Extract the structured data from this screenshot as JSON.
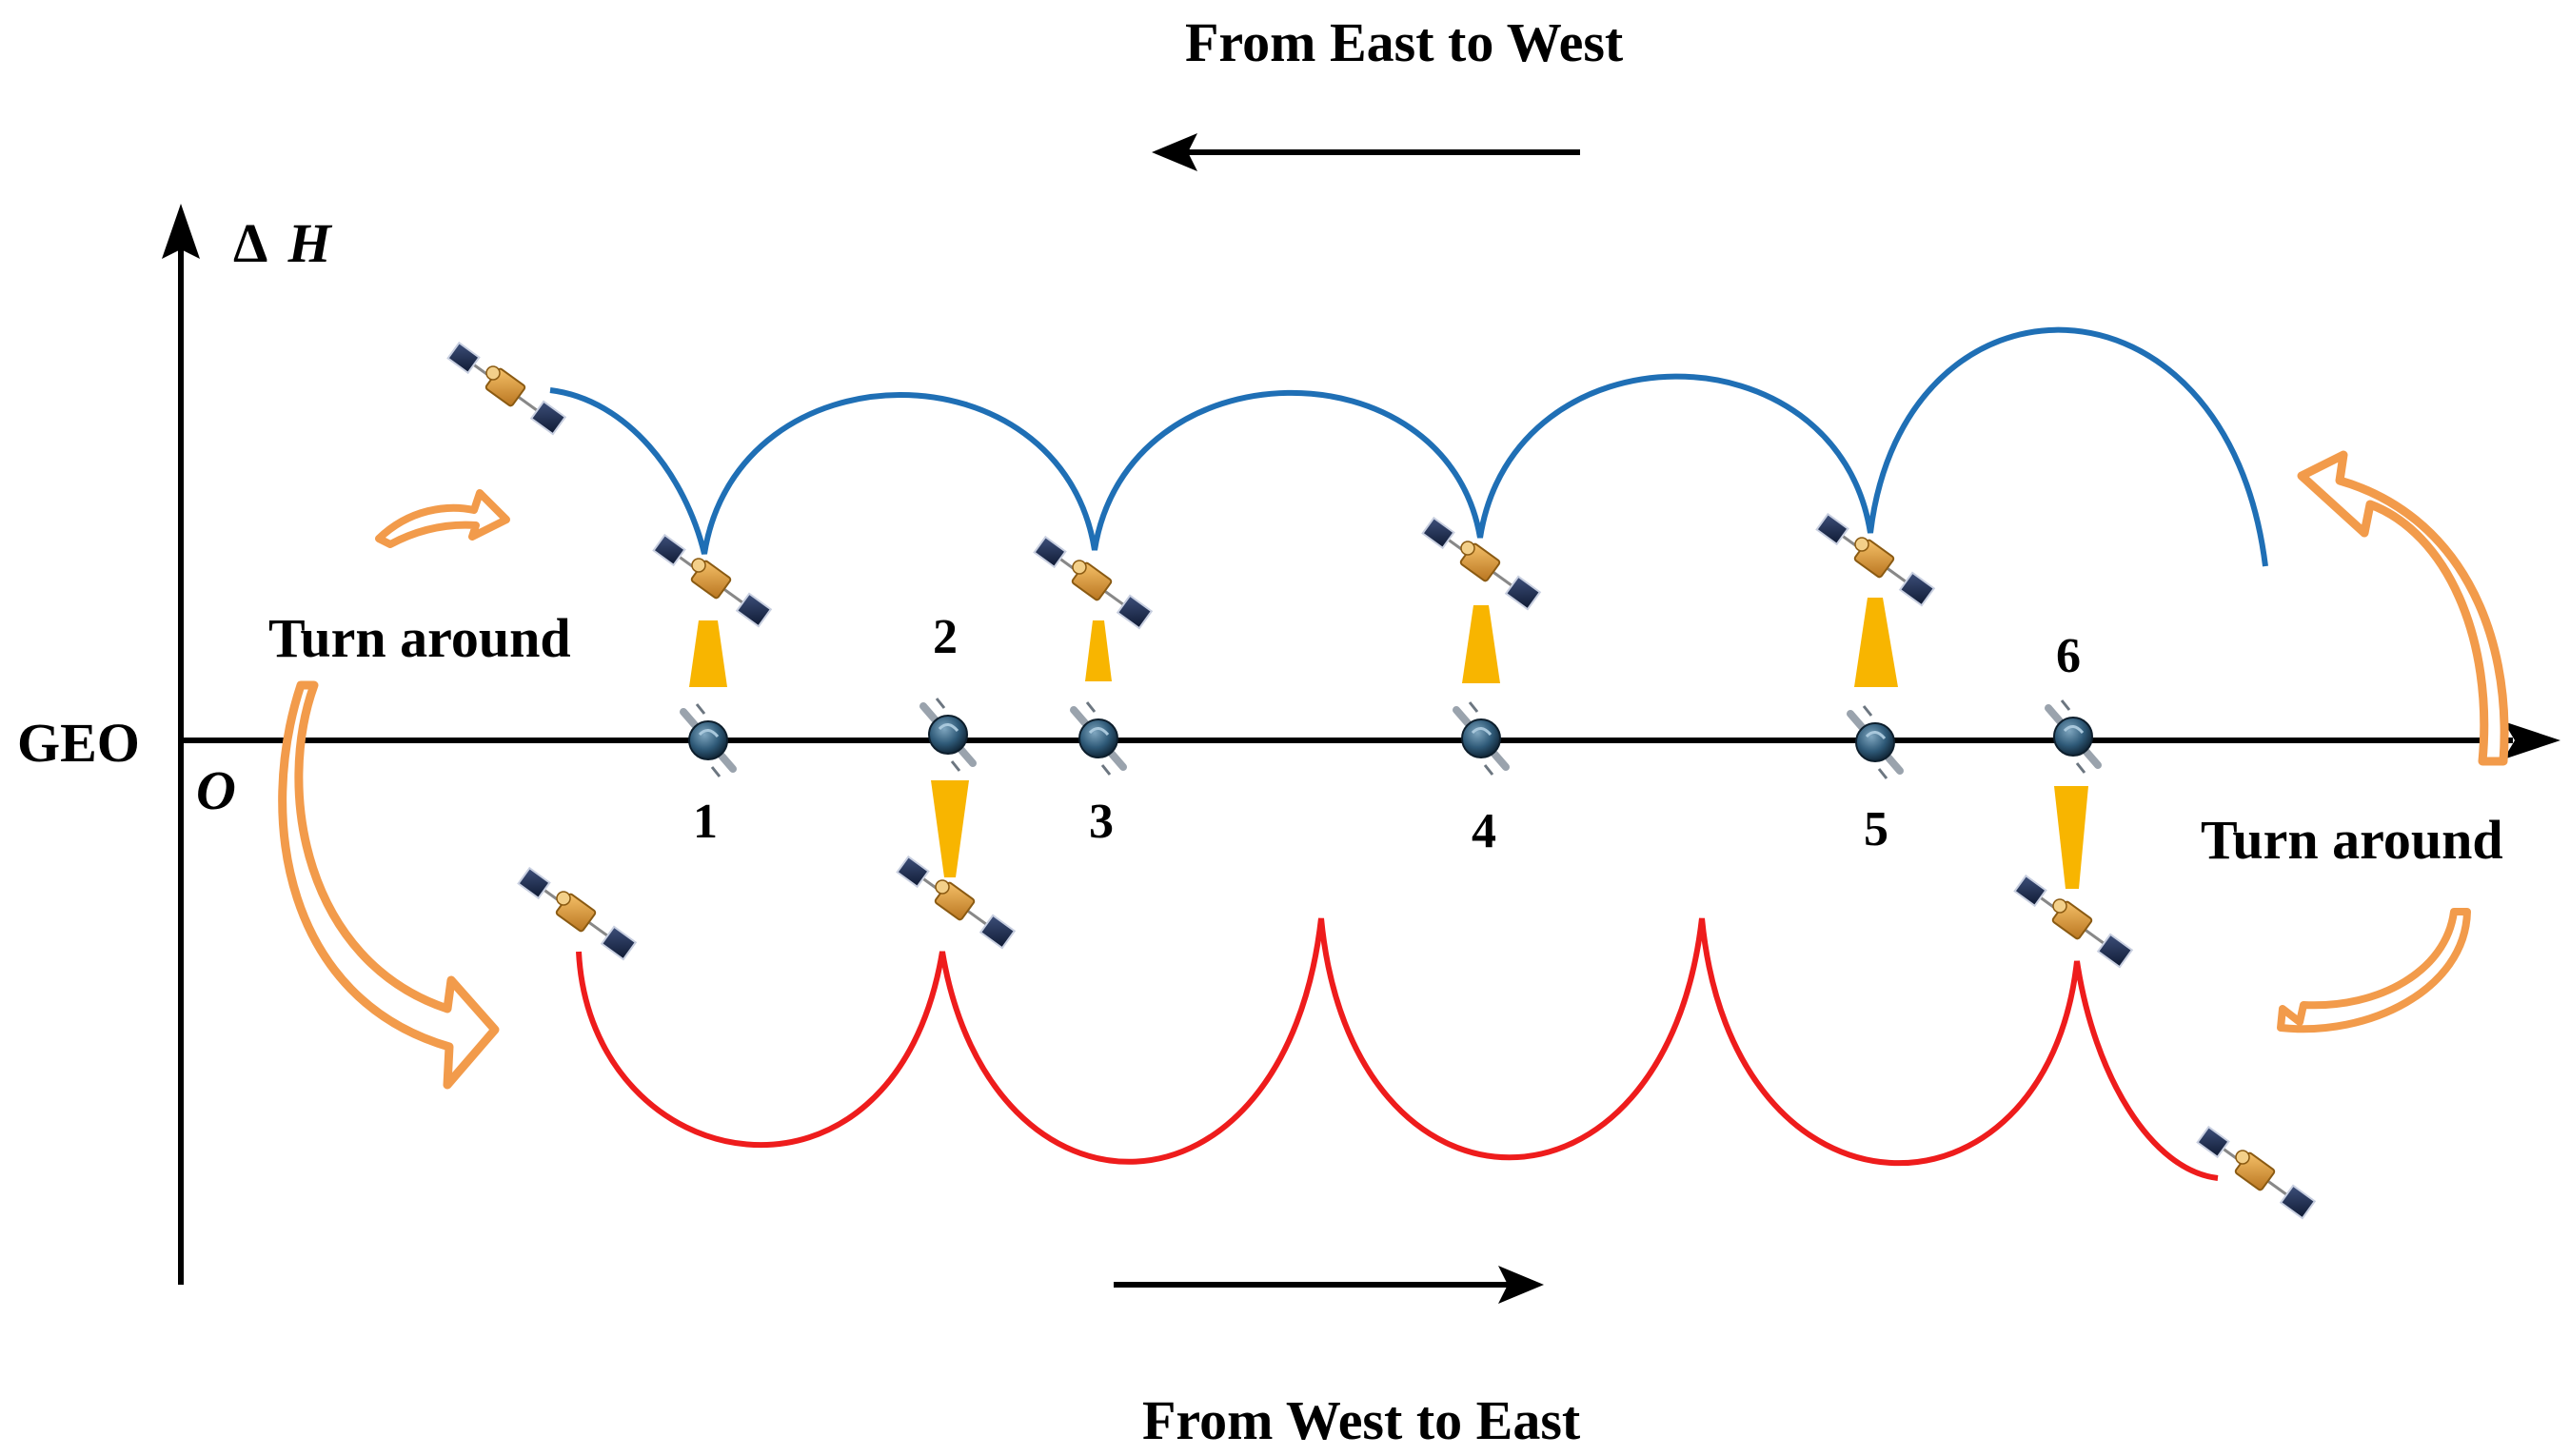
{
  "labels": {
    "top_direction": "From East to West",
    "bottom_direction": "From West to East",
    "y_axis": "H",
    "y_axis_delta": "Δ",
    "x_axis": "GEO",
    "origin": "O",
    "turn_left": "Turn around",
    "turn_right": "Turn around"
  },
  "targets": [
    {
      "label": "1",
      "side": "upper"
    },
    {
      "label": "2",
      "side": "lower"
    },
    {
      "label": "3",
      "side": "upper"
    },
    {
      "label": "4",
      "side": "upper"
    },
    {
      "label": "5",
      "side": "upper"
    },
    {
      "label": "6",
      "side": "lower"
    }
  ],
  "colors": {
    "upper_path": "#1f6fb5",
    "lower_path": "#ee1c1c",
    "turn_arrow": "#f29b4b",
    "beam": "#f8b500",
    "axis": "#000000"
  },
  "icons": {
    "inspector": "satellite-icon",
    "target": "geo-satellite-icon"
  }
}
